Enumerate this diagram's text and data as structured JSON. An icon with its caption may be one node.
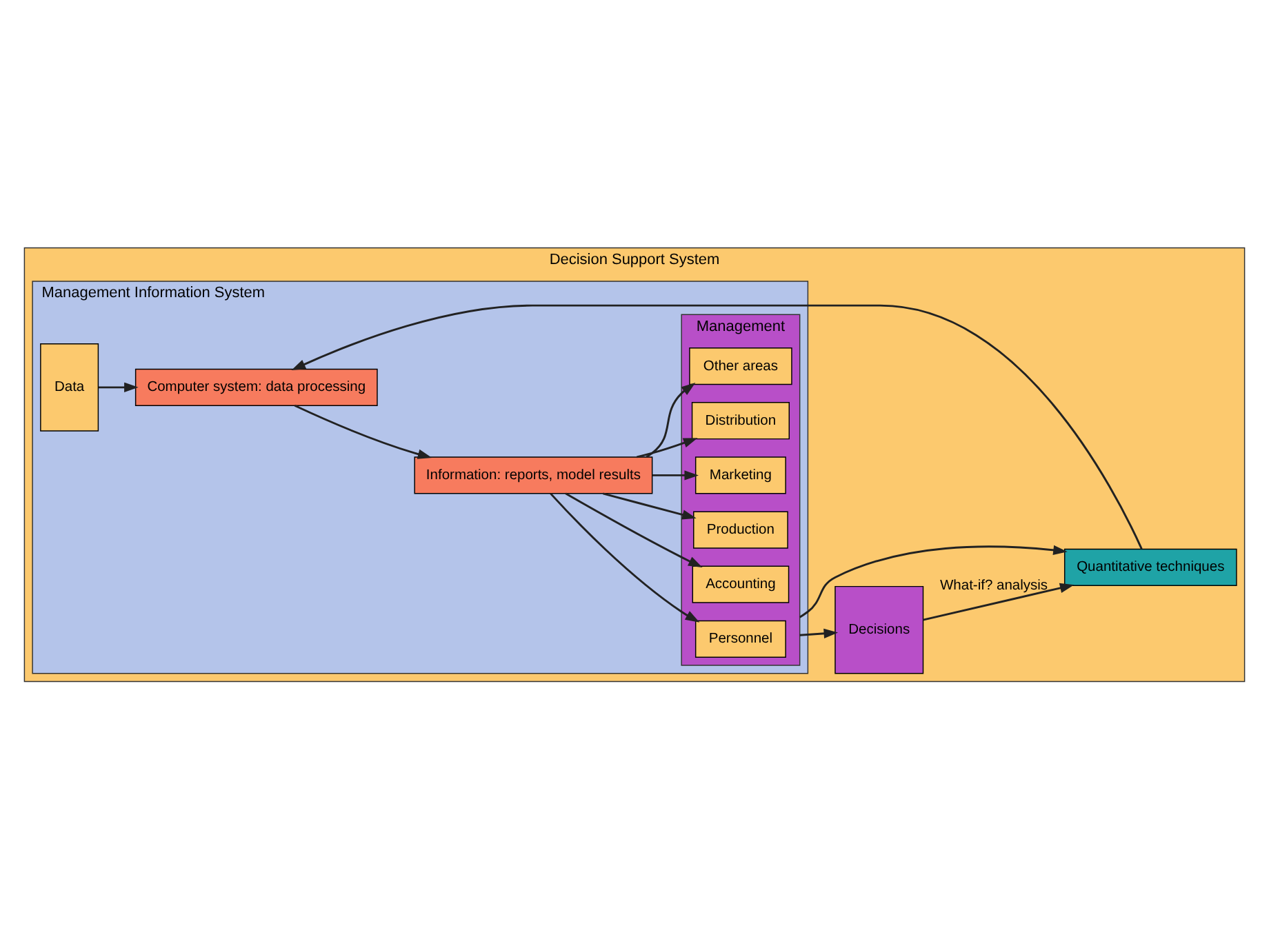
{
  "diagram": {
    "nodes": [
      {
        "text": [
          "Decision Support System"
        ]
      },
      {
        "text": [
          "Management Information System"
        ],
        "in": 0
      },
      {
        "text": [
          "Data"
        ],
        "in": 1
      },
      {
        "text": [
          "Computer system: data processing"
        ],
        "in": 1
      },
      {
        "text": [
          "Information: reports, model results"
        ],
        "in": 1
      },
      {
        "text": [
          "Management"
        ],
        "in": 1
      },
      {
        "text": [
          "Personnel"
        ],
        "in": 5
      },
      {
        "text": [
          "Accounting"
        ],
        "in": 5
      },
      {
        "text": [
          "Production"
        ],
        "in": 5
      },
      {
        "text": [
          "Marketing"
        ],
        "in": 5
      },
      {
        "text": [
          "Distribution"
        ],
        "in": 5
      },
      {
        "text": [
          "Other areas"
        ],
        "in": 5
      },
      {
        "text": [
          "Decisions"
        ],
        "in": 0
      },
      {
        "text": [
          "Quantitative techniques"
        ],
        "in": 0
      }
    ],
    "edges": [
      {
        "from": 2,
        "to": 3,
        "arrow": "to"
      },
      {
        "from": 3,
        "to": 4,
        "arrow": "to"
      },
      {
        "from": 4,
        "to": 6,
        "arrow": "to"
      },
      {
        "from": 4,
        "to": 7,
        "arrow": "to"
      },
      {
        "from": 4,
        "to": 8,
        "arrow": "to"
      },
      {
        "from": 4,
        "to": 9,
        "arrow": "to"
      },
      {
        "from": 4,
        "to": 10,
        "arrow": "to"
      },
      {
        "from": 4,
        "to": 11,
        "arrow": "to"
      },
      {
        "from": 5,
        "to": 12,
        "arrow": "to"
      },
      {
        "from": 13,
        "to": 3,
        "arrow": "to"
      },
      {
        "from": 5,
        "to": 13,
        "arrow": "to"
      },
      {
        "from": 12,
        "to": 13,
        "label": "What-if? analysis",
        "arrow": "to"
      }
    ]
  }
}
